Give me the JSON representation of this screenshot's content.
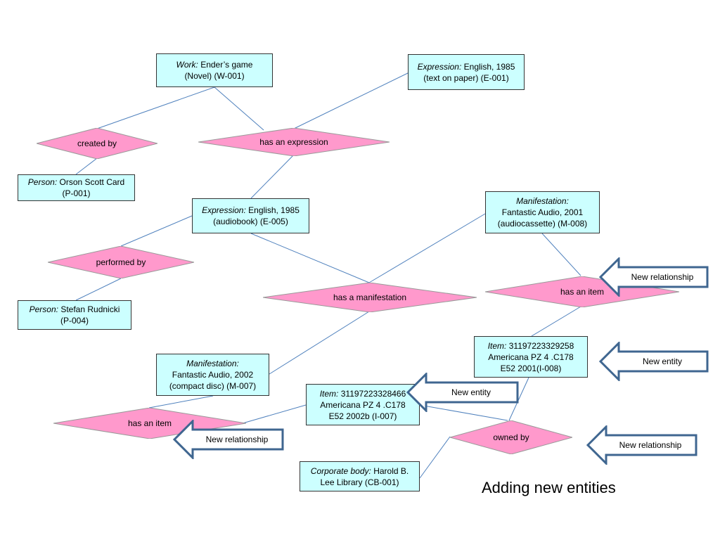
{
  "colors": {
    "entity_fill": "#ccffff",
    "relationship_fill": "#ff99cc",
    "line": "#4f81bd",
    "callout_stroke": "#3f6690"
  },
  "entities": {
    "work": {
      "type": "Work:",
      "line1": "Ender’s game",
      "line2": "(Novel) (W-001)"
    },
    "expr_text": {
      "type": "Expression:",
      "line1": "English, 1985",
      "line2": "(text on paper) (E-001)"
    },
    "person_card": {
      "type": "Person:",
      "line1": "Orson Scott Card",
      "line2": "(P-001)"
    },
    "expr_audio": {
      "type": "Expression:",
      "line1": "English, 1985",
      "line2": "(audiobook) (E-005)"
    },
    "manif_2001": {
      "type": "Manifestation:",
      "line1": "Fantastic Audio, 2001",
      "line2": "(audiocassette) (M-008)"
    },
    "person_rudnicki": {
      "type": "Person:",
      "line1": "Stefan Rudnicki",
      "line2": "(P-004)"
    },
    "item_008": {
      "type": "Item:",
      "line1": "31197223329258",
      "line2": "Americana PZ 4 .C178",
      "line3": "E52 2001(I-008)"
    },
    "manif_2002": {
      "type": "Manifestation:",
      "line1": "Fantastic Audio, 2002",
      "line2": "(compact disc) (M-007)"
    },
    "item_007": {
      "type": "Item:",
      "line1": "31197223328466",
      "line2": "Americana PZ 4 .C178",
      "line3": "E52 2002b (I-007)"
    },
    "corp": {
      "type": "Corporate body:",
      "line1": "Harold B.",
      "line2": "Lee Library (CB-001)"
    }
  },
  "relationships": {
    "created_by": "created by",
    "has_expression": "has an expression",
    "performed_by": "performed by",
    "has_manifestation": "has a manifestation",
    "has_item_top": "has an item",
    "has_item_bottom": "has an item",
    "owned_by": "owned by"
  },
  "callouts": {
    "new_relationship_top": "New relationship",
    "new_entity_right": "New entity",
    "new_entity_middle": "New entity",
    "new_relationship_left": "New relationship",
    "new_relationship_right": "New relationship"
  },
  "caption": "Adding new entities"
}
